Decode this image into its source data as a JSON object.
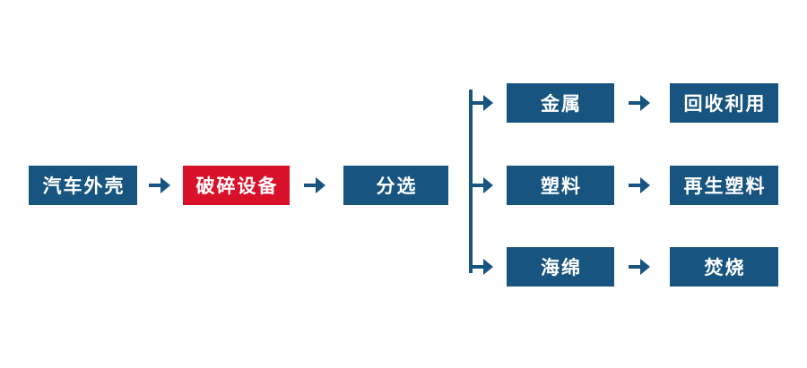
{
  "flowchart": {
    "main_flow": [
      {
        "label": "汽车外壳",
        "style": "blue"
      },
      {
        "label": "破碎设备",
        "style": "red"
      },
      {
        "label": "分选",
        "style": "blue"
      }
    ],
    "branches": [
      {
        "source": "金属",
        "result": "回收利用"
      },
      {
        "source": "塑料",
        "result": "再生塑料"
      },
      {
        "source": "海绵",
        "result": "焚烧"
      }
    ]
  },
  "icons": {
    "arrow_right": "→"
  },
  "colors": {
    "node_blue": "#175480",
    "node_red": "#d8102a",
    "connector": "#175480",
    "node_text": "#ffffff",
    "background": "#ffffff"
  }
}
